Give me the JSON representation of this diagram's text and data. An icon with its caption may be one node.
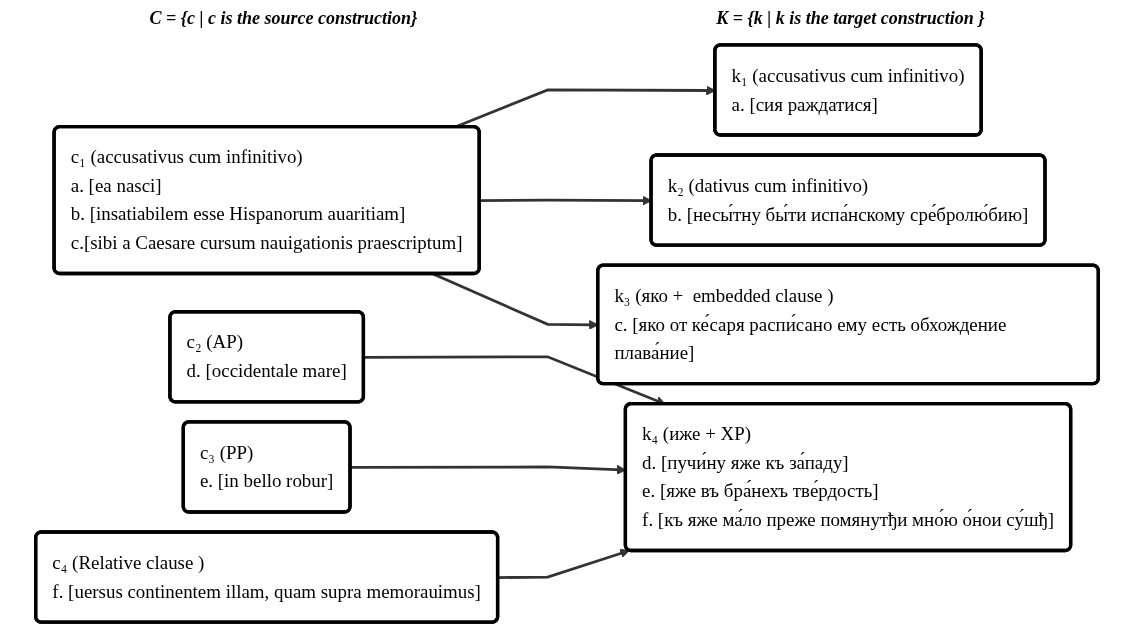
{
  "diagram": {
    "nodes": [
      {
        "text": [
          "c₁ (accusativus cum infinitivo)",
          "a. [ea nasci]",
          "b. [insatiabilem esse Hispanorum auaritiam]",
          "c.[sibi a Caesare cursum nauigationis praescriptum]"
        ]
      },
      {
        "text": [
          "c₂ (AP)",
          "d. [occidentale mare]"
        ]
      },
      {
        "text": [
          "c₃ (PP)",
          "e. [in bello robur]"
        ]
      },
      {
        "text": [
          "c₄ (Relative clause )",
          "f. [uersus continentem illam, quam supra memorauimus]"
        ]
      },
      {
        "text": [
          "k₁ (accusativus cum infinitivo)",
          "a. [сия раждатися]"
        ]
      },
      {
        "text": [
          "k₂ (dativus cum infinitivo)",
          "b. [несы́тну бы́ти испа́нскому сре́бролю́бию]"
        ]
      },
      {
        "text": [
          "k₃ (яко +  embedded clause )",
          "c. [яко от ке́саря распи́сано ему есть обхождение плава́ние]"
        ]
      },
      {
        "text": [
          "k₄ (иже + XP)",
          "d. [пучи́ну яже къ за́паду]",
          "e. [яже въ бра́нехъ тве́рдость]",
          "f. [къ яже ма́ло преже помянутђи мно́ю о́нои су́шђ]"
        ]
      }
    ],
    "edges": [
      {
        "from": 0,
        "to": 4,
        "arrow": "to"
      },
      {
        "from": 0,
        "to": 5,
        "arrow": "to"
      },
      {
        "from": 0,
        "to": 6,
        "arrow": "to"
      },
      {
        "from": 1,
        "to": 7,
        "arrow": "to"
      },
      {
        "from": 2,
        "to": 7,
        "arrow": "to"
      },
      {
        "from": 3,
        "to": 7,
        "arrow": "to"
      }
    ],
    "labels": [
      "C = {c | c is the source construction}",
      "K = {k | k is the target construction }"
    ]
  }
}
